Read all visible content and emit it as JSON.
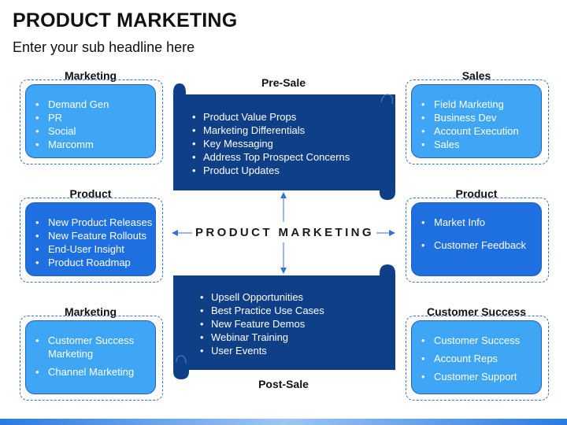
{
  "header": {
    "title": "PRODUCT MARKETING",
    "subtitle": "Enter your sub headline here"
  },
  "center_label": "PRODUCT MARKETING",
  "left_cards": [
    {
      "label": "Marketing",
      "items": [
        "Demand Gen",
        "PR",
        "Social",
        "Marcomm"
      ]
    },
    {
      "label": "Product",
      "items": [
        "New Product Releases",
        "New Feature Rollouts",
        "End-User Insight",
        "Product Roadmap"
      ]
    },
    {
      "label": "Marketing",
      "items": [
        "Customer Success Marketing",
        "Channel Marketing"
      ]
    }
  ],
  "right_cards": [
    {
      "label": "Sales",
      "items": [
        "Field Marketing",
        "Business Dev",
        "Account Execution",
        "Sales"
      ]
    },
    {
      "label": "Product",
      "items": [
        "Market Info",
        "Customer Feedback"
      ]
    },
    {
      "label": "Customer Success",
      "items": [
        "Customer Success",
        "Account Reps",
        "Customer Support"
      ]
    }
  ],
  "pre_sale": {
    "label": "Pre-Sale",
    "items": [
      "Product Value Props",
      "Marketing Differentials",
      "Key Messaging",
      "Address Top Prospect Concerns",
      "Product Updates"
    ]
  },
  "post_sale": {
    "label": "Post-Sale",
    "items": [
      "Upsell Opportunities",
      "Best Practice Use Cases",
      "New Feature Demos",
      "Webinar Training",
      "User Events"
    ]
  },
  "colors": {
    "light_card": "#3fa6f5",
    "mid_card": "#1e6fe0",
    "scroll": "#0f3f86",
    "dash_border": "#3a6fd0"
  }
}
